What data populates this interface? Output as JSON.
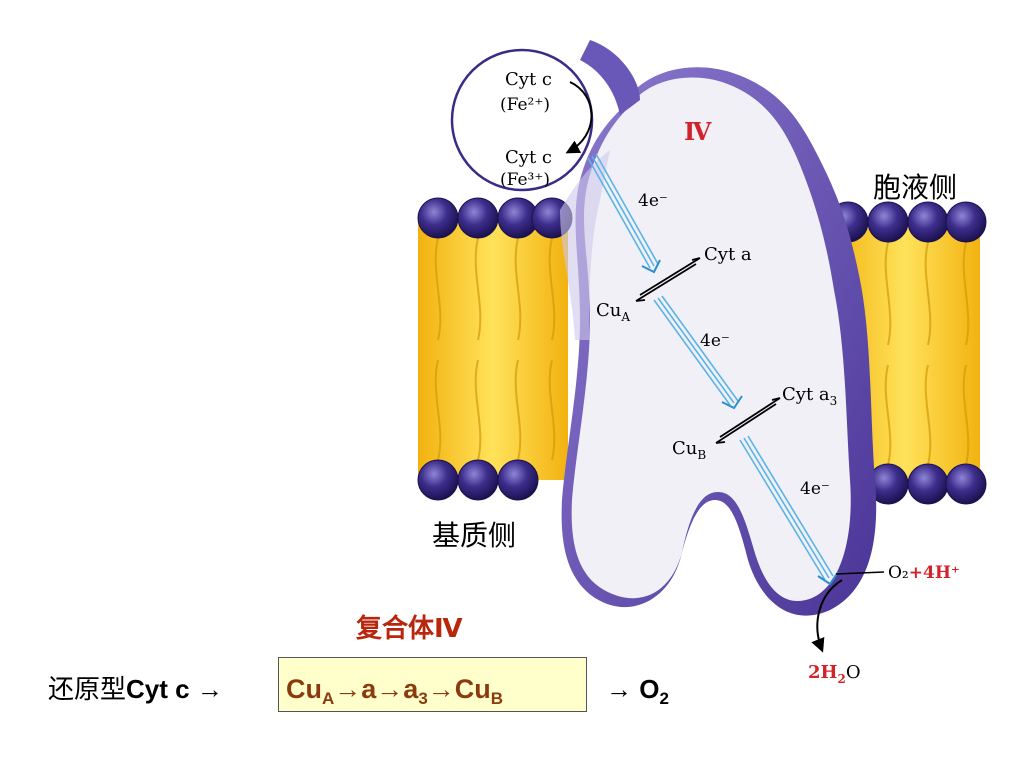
{
  "labels": {
    "cytosol_side": "胞液侧",
    "matrix_side": "基质侧",
    "complex": "复合体Ⅳ",
    "complex_roman": "Ⅳ",
    "cytc_top": "Cyt c",
    "fe2": "(Fe²⁺)",
    "cytc_bottom": "Cyt c",
    "fe3": "(Fe³⁺)",
    "electrons_1": "4e⁻",
    "electrons_2": "4e⁻",
    "electrons_3": "4e⁻",
    "cyt_a": "Cyt a",
    "cu_a": "Cu",
    "cu_a_sub": "A",
    "cyt_a3": "Cyt a",
    "cyt_a3_sub": "3",
    "cu_b": "Cu",
    "cu_b_sub": "B",
    "o2_term": "O₂",
    "h_term": "+4H⁺",
    "water_coef": "2H",
    "water_sub": "2",
    "water_o": "O"
  },
  "equation": {
    "reduced_prefix": "还原型",
    "cytc": "Cyt c",
    "arrow1": "→",
    "box_cu": "Cu",
    "box_cu_a_sub": "A",
    "box_arrow_a": "→a→a",
    "box_a3_sub": "3",
    "box_arrow_cub": "→Cu",
    "box_cub_sub": "B",
    "arrow2": "→",
    "o2": "O",
    "o2_sub": "2"
  },
  "colors": {
    "complex_title": "#b8260c",
    "box_text": "#8b3a0e",
    "box_bg": "#ffffcc",
    "lipid_yellow": "#f5c51c",
    "head_purple": "#3b2a86",
    "electron_path": "#5ab4e6",
    "red_text": "#d2232a"
  }
}
